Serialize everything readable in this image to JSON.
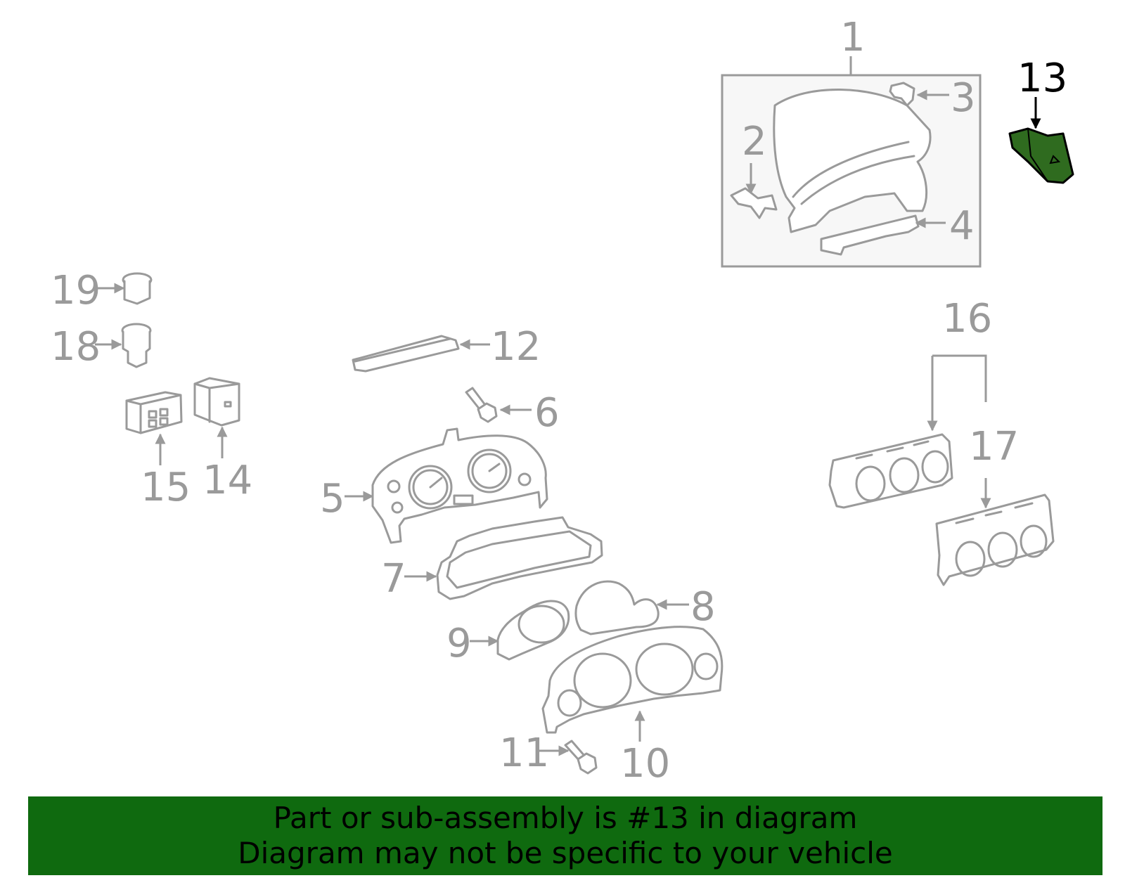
{
  "labels": {
    "l1": "1",
    "l2": "2",
    "l3": "3",
    "l4": "4",
    "l5": "5",
    "l6": "6",
    "l7": "7",
    "l8": "8",
    "l9": "9",
    "l10": "10",
    "l11": "11",
    "l12": "12",
    "l13": "13",
    "l14": "14",
    "l15": "15",
    "l16": "16",
    "l17": "17",
    "l18": "18",
    "l19": "19"
  },
  "highlight": {
    "part_number": "13",
    "color": "#2f6b1f"
  },
  "banner": {
    "line1": "Part or sub-assembly is #13 in diagram",
    "line2": "Diagram may not be specific to your vehicle",
    "background": "#0f6a0f"
  },
  "colors": {
    "part_stroke": "#9a9a9a",
    "box_fill": "#f7f7f7"
  }
}
